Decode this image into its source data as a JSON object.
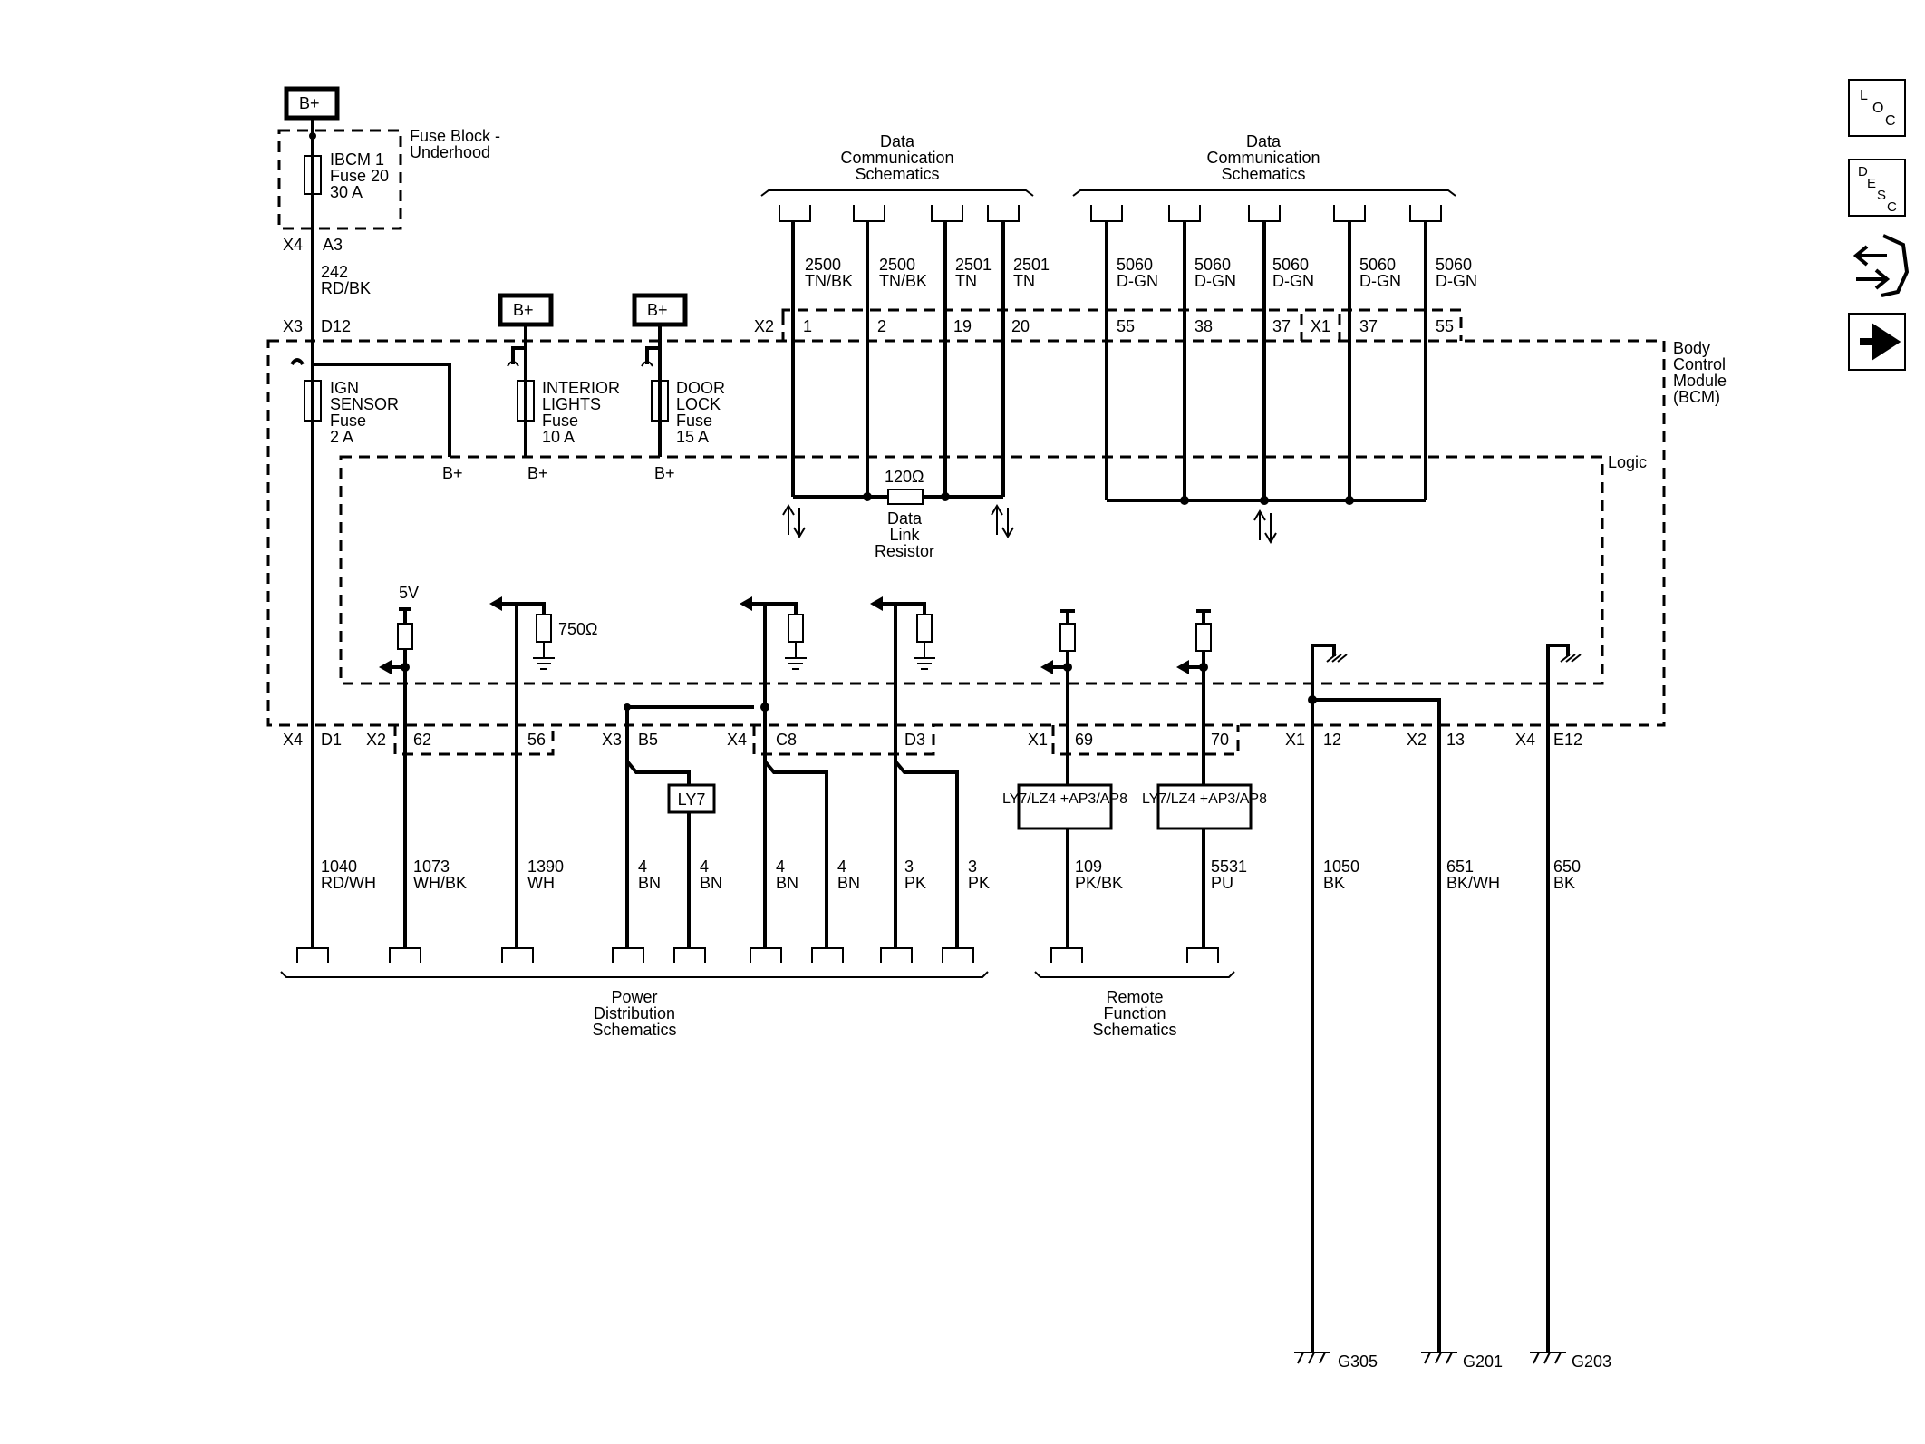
{
  "nav_icons": [
    {
      "name": "loc-icon",
      "label": "LOC"
    },
    {
      "name": "desc-icon",
      "label": "DESC"
    },
    {
      "name": "connector-tools-icon",
      "label": ""
    },
    {
      "name": "next-arrow-icon",
      "label": ""
    }
  ],
  "top": {
    "b_plus": "B+",
    "fuse_block": [
      "Fuse Block -",
      "Underhood"
    ],
    "ibcm_fuse": [
      "IBCM 1",
      "Fuse 20",
      "30 A"
    ],
    "conn_x4": "X4",
    "pin_a3": "A3",
    "wire_242": [
      "242",
      "RD/BK"
    ],
    "conn_x3": "X3",
    "pin_d12": "D12"
  },
  "bcm": {
    "label": [
      "Body",
      "Control",
      "Module",
      "(BCM)"
    ],
    "logic": "Logic",
    "fuses": [
      {
        "lines": [
          "IGN",
          "SENSOR",
          "Fuse",
          "2 A"
        ],
        "out": "B+"
      },
      {
        "lines": [
          "INTERIOR",
          "LIGHTS",
          "Fuse",
          "10 A"
        ],
        "out": "B+"
      },
      {
        "lines": [
          "DOOR",
          "LOCK",
          "Fuse",
          "15 A"
        ],
        "out": "B+"
      }
    ],
    "b_plus_labels": [
      "B+",
      "B+"
    ],
    "resistor": "120Ω",
    "resistor_label": [
      "Data",
      "Link",
      "Resistor"
    ],
    "v5": "5V",
    "r750": "750Ω"
  },
  "data_comm": {
    "title": [
      "Data",
      "Communication",
      "Schematics"
    ],
    "left_wires": [
      {
        "num": "2500",
        "color": "TN/BK",
        "pin": "1"
      },
      {
        "num": "2500",
        "color": "TN/BK",
        "pin": "2"
      },
      {
        "num": "2501",
        "color": "TN",
        "pin": "19"
      },
      {
        "num": "2501",
        "color": "TN",
        "pin": "20"
      }
    ],
    "right_wires": [
      {
        "num": "5060",
        "color": "D-GN",
        "pin": "55"
      },
      {
        "num": "5060",
        "color": "D-GN",
        "pin": "38"
      },
      {
        "num": "5060",
        "color": "D-GN",
        "pin": "37"
      },
      {
        "num": "5060",
        "color": "D-GN",
        "pin": "37"
      },
      {
        "num": "5060",
        "color": "D-GN",
        "pin": "55"
      }
    ],
    "conn_x2": "X2",
    "conn_x1": "X1"
  },
  "bottom_connectors": {
    "c1": [
      "X4",
      "D1"
    ],
    "c2": [
      "X2",
      "62",
      "56"
    ],
    "c3": [
      "X3",
      "B5"
    ],
    "c4": [
      "X4",
      "C8",
      "D3"
    ],
    "c5": [
      "X1",
      "69",
      "70"
    ],
    "c6": [
      "X1",
      "12"
    ],
    "c7": [
      "X2",
      "13"
    ],
    "c8": [
      "X4",
      "E12"
    ]
  },
  "option_boxes": [
    "LY7",
    "LY7/LZ4 +AP3/AP8",
    "LY7/LZ4 +AP3/AP8"
  ],
  "wires": [
    {
      "num": "1040",
      "color": "RD/WH"
    },
    {
      "num": "1073",
      "color": "WH/BK"
    },
    {
      "num": "1390",
      "color": "WH"
    },
    {
      "num": "4",
      "color": "BN"
    },
    {
      "num": "4",
      "color": "BN"
    },
    {
      "num": "4",
      "color": "BN"
    },
    {
      "num": "4",
      "color": "BN"
    },
    {
      "num": "3",
      "color": "PK"
    },
    {
      "num": "3",
      "color": "PK"
    },
    {
      "num": "109",
      "color": "PK/BK"
    },
    {
      "num": "5531",
      "color": "PU"
    },
    {
      "num": "1050",
      "color": "BK"
    },
    {
      "num": "651",
      "color": "BK/WH"
    },
    {
      "num": "650",
      "color": "BK"
    }
  ],
  "groups": {
    "power": [
      "Power",
      "Distribution",
      "Schematics"
    ],
    "remote": [
      "Remote",
      "Function",
      "Schematics"
    ]
  },
  "grounds": [
    "G305",
    "G201",
    "G203"
  ]
}
